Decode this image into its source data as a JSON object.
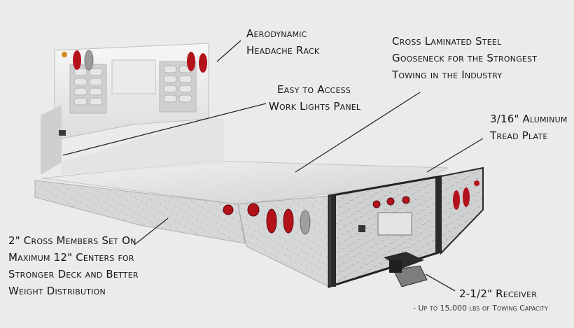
{
  "callouts": {
    "headache_rack": {
      "lines": [
        "Aerodynamic",
        "Headache Rack"
      ]
    },
    "work_lights": {
      "lines": [
        "Easy to Access",
        "Work Lights Panel"
      ]
    },
    "gooseneck": {
      "lines": [
        "Cross Laminated Steel",
        "Gooseneck for the Strongest",
        "Towing in the Industry"
      ]
    },
    "tread_plate": {
      "lines": [
        "3/16\" Aluminum",
        "Tread Plate"
      ]
    },
    "cross_members": {
      "lines": [
        "2\" Cross Members Set On",
        "Maximum 12\" Centers for",
        "Stronger Deck and Better",
        "Weight Distribution"
      ]
    },
    "receiver": {
      "lines": [
        "2-1/2\" Receiver"
      ],
      "note": "- Up to 15,000 lbs of Towing Capacity"
    }
  },
  "colors": {
    "background": "#ebebeb",
    "aluminum": "#d9dadb",
    "steel_trim": "#2a2a2a",
    "tail_light": "#b3121b",
    "amber_light": "#d38a1a"
  }
}
